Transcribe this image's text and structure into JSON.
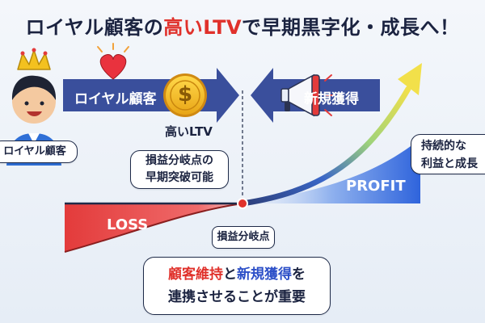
{
  "title": {
    "part1": "ロイヤル顧客の",
    "accent": "高いLTV",
    "part2": "で早期黒字化・成長へ！"
  },
  "loyal_arrow": {
    "label": "ロイヤル顧客",
    "sublabel": "高いLTV",
    "coin_symbol": "$"
  },
  "new_arrow": {
    "label": "新規獲得"
  },
  "customer": {
    "label": "ロイヤル顧客"
  },
  "breakeven_note": {
    "line1": "損益分岐点の",
    "line2": "早期突破可能"
  },
  "breakeven_label": "損益分岐点",
  "loss_label": "LOSS",
  "profit_label": "PROFIT",
  "growth_note": {
    "line1": "持続的な",
    "line2": "利益と成長"
  },
  "bottom_note": {
    "line1_red": "顧客維持",
    "line1_mid": "と",
    "line1_blue": "新規獲得",
    "line1_end": "を",
    "line2": "連携させることが重要"
  },
  "icons": [
    "crown-icon",
    "heart-icon",
    "coin-icon",
    "megaphone-icon",
    "customer-avatar-icon"
  ],
  "colors": {
    "navy_arrow": "#3a4f9c",
    "loss_red": "#e33b3b",
    "profit_blue": "#2f64dc",
    "accent_red": "#e0312b",
    "accent_blue": "#2d50c8"
  }
}
